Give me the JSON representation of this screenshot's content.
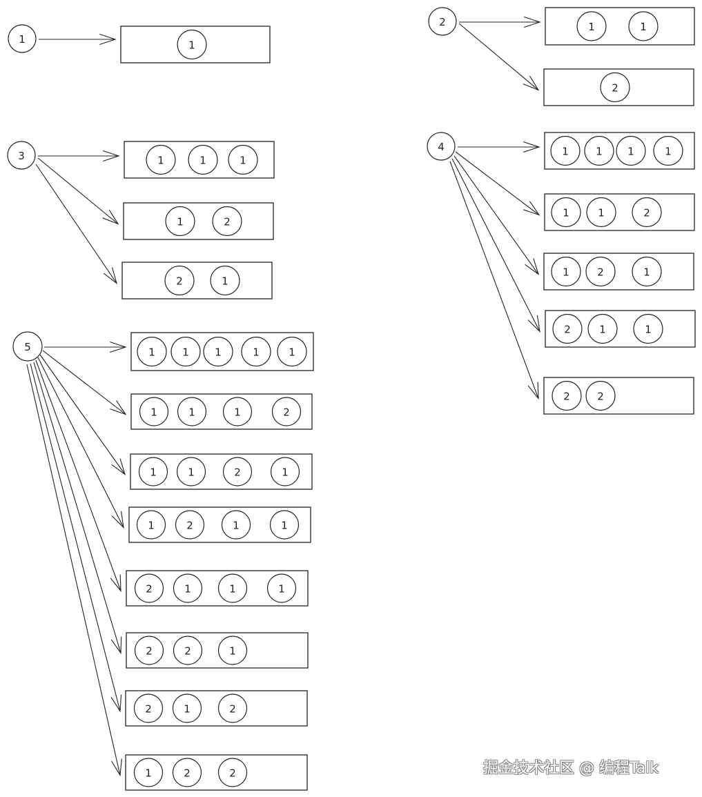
{
  "diagram": {
    "groups": [
      {
        "node": "1",
        "outcomes": [
          [
            "1"
          ]
        ]
      },
      {
        "node": "2",
        "outcomes": [
          [
            "1",
            "1"
          ],
          [
            "2"
          ]
        ]
      },
      {
        "node": "3",
        "outcomes": [
          [
            "1",
            "1",
            "1"
          ],
          [
            "1",
            "2"
          ],
          [
            "2",
            "1"
          ]
        ]
      },
      {
        "node": "4",
        "outcomes": [
          [
            "1",
            "1",
            "1",
            "1"
          ],
          [
            "1",
            "1",
            "2"
          ],
          [
            "1",
            "2",
            "1"
          ],
          [
            "2",
            "1",
            "1"
          ],
          [
            "2",
            "2"
          ]
        ]
      },
      {
        "node": "5",
        "outcomes": [
          [
            "1",
            "1",
            "1",
            "1",
            "1"
          ],
          [
            "1",
            "1",
            "1",
            "2"
          ],
          [
            "1",
            "1",
            "2",
            "1"
          ],
          [
            "1",
            "2",
            "1",
            "1"
          ],
          [
            "2",
            "1",
            "1",
            "1"
          ],
          [
            "2",
            "2",
            "1"
          ],
          [
            "2",
            "1",
            "2"
          ],
          [
            "1",
            "2",
            "2"
          ]
        ]
      }
    ]
  },
  "watermark": "掘金技术社区 @ 编程Talk"
}
